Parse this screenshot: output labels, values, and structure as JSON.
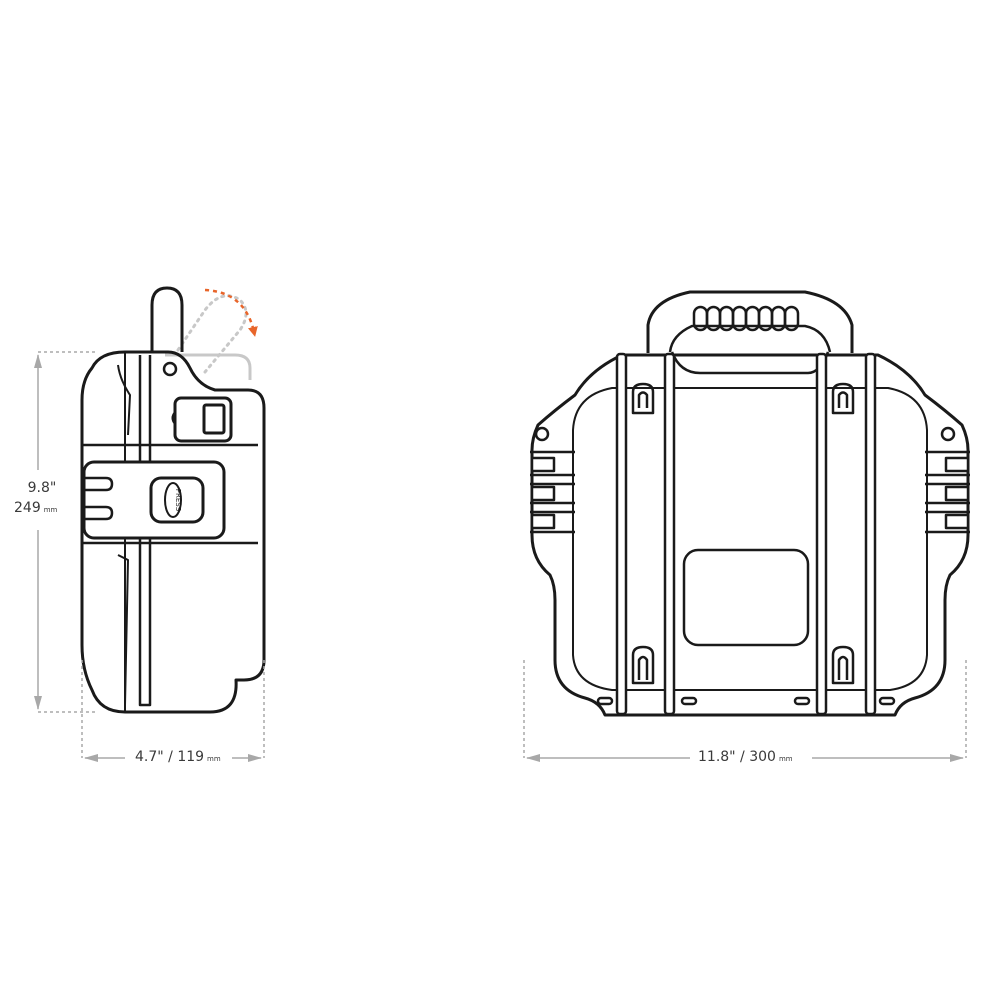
{
  "diagram": {
    "subject": "Hard carrying case dimension drawing",
    "views": {
      "side_view": {
        "label": "side-view"
      },
      "front_view": {
        "label": "front-view"
      }
    },
    "latch_badge_text": "PRESS",
    "colors": {
      "outline": "#1a1a1a",
      "dimension_lines": "#a8a8a8",
      "dimension_text": "#3a3a3a",
      "handle_motion_arrow": "#e8652a",
      "ghost_handle": "#c8c8c8"
    }
  },
  "dimensions": {
    "height": {
      "inches": "9.8\"",
      "mm": "249",
      "unit": "mm"
    },
    "depth": {
      "text": "4.7\" / 119",
      "unit": "mm"
    },
    "width": {
      "text": "11.8\" / 300",
      "unit": "mm"
    }
  }
}
